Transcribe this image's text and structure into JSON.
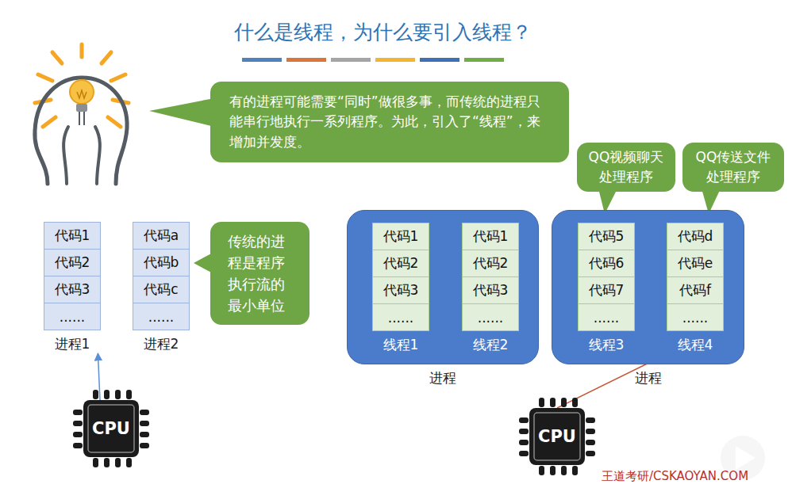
{
  "diagram": {
    "title": "什么是线程，为什么要引入线程？",
    "nodes": [
      {
        "text": [
          "有的进程可能需要“同时”做很多事，而传统的进程只能串行地执行一系列程序。为此，引入了“线程”，来增加并发度。"
        ]
      },
      {
        "text": [
          "QQ视频聊天处理程序"
        ]
      },
      {
        "text": [
          "QQ传送文件处理程序"
        ]
      },
      {
        "text": [
          "进程1"
        ]
      },
      {
        "text": [
          "代码1"
        ],
        "in": 3
      },
      {
        "text": [
          "代码2"
        ],
        "in": 3
      },
      {
        "text": [
          "代码3"
        ],
        "in": 3
      },
      {
        "text": [
          "......"
        ],
        "in": 3
      },
      {
        "text": [
          "进程2"
        ]
      },
      {
        "text": [
          "代码a"
        ],
        "in": 8
      },
      {
        "text": [
          "代码b"
        ],
        "in": 8
      },
      {
        "text": [
          "代码c"
        ],
        "in": 8
      },
      {
        "text": [
          "......"
        ],
        "in": 8
      },
      {
        "text": [
          "传统的进程是程序执行流的最小单位"
        ]
      },
      {
        "text": [
          "进程"
        ]
      },
      {
        "text": [
          "线程1"
        ],
        "in": 14
      },
      {
        "text": [
          "代码1"
        ],
        "in": 15
      },
      {
        "text": [
          "代码2"
        ],
        "in": 15
      },
      {
        "text": [
          "代码3"
        ],
        "in": 15
      },
      {
        "text": [
          "......"
        ],
        "in": 15
      },
      {
        "text": [
          "线程2"
        ],
        "in": 14
      },
      {
        "text": [
          "代码1"
        ],
        "in": 20
      },
      {
        "text": [
          "代码2"
        ],
        "in": 20
      },
      {
        "text": [
          "代码3"
        ],
        "in": 20
      },
      {
        "text": [
          "......"
        ],
        "in": 20
      },
      {
        "text": [
          "进程"
        ]
      },
      {
        "text": [
          "线程3"
        ],
        "in": 25
      },
      {
        "text": [
          "代码5"
        ],
        "in": 26
      },
      {
        "text": [
          "代码6"
        ],
        "in": 26
      },
      {
        "text": [
          "代码7"
        ],
        "in": 26
      },
      {
        "text": [
          "......"
        ],
        "in": 26
      },
      {
        "text": [
          "线程4"
        ],
        "in": 25
      },
      {
        "text": [
          "代码d"
        ],
        "in": 31
      },
      {
        "text": [
          "代码e"
        ],
        "in": 31
      },
      {
        "text": [
          "代码f"
        ],
        "in": 31
      },
      {
        "text": [
          "......"
        ],
        "in": 31
      },
      {
        "text": [
          "CPU"
        ]
      },
      {
        "text": [
          "CPU"
        ]
      }
    ],
    "edges": [
      {
        "from": 36,
        "to": 3,
        "arrow": "to"
      },
      {
        "from": 37,
        "to": 31,
        "arrow": "to"
      }
    ],
    "labels": [
      "王道考研/CSKAOYAN.COM"
    ]
  }
}
